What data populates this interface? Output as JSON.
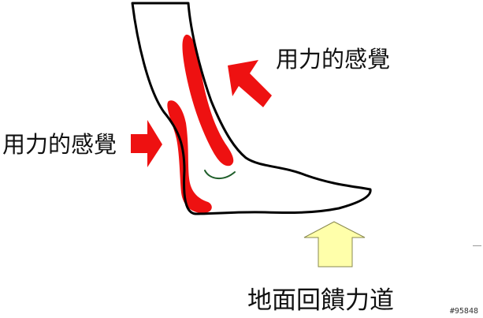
{
  "labels": {
    "upper_right": "用力的感覺",
    "left": "用力的感覺",
    "bottom": "地面回饋力道"
  },
  "watermark": "#95848",
  "colors": {
    "outline": "#000000",
    "pressure_zone": "#ee1111",
    "force_arrow": "#ee1111",
    "ground_arrow_fill": "#ffffaa",
    "ground_arrow_stroke": "#8a8a50",
    "ankle_curve": "#1f5e2a"
  },
  "icons": {
    "upper_arrow": "arrow-pointing-down-left-icon",
    "left_arrow": "arrow-pointing-right-icon",
    "ground_arrow": "arrow-pointing-up-icon"
  }
}
